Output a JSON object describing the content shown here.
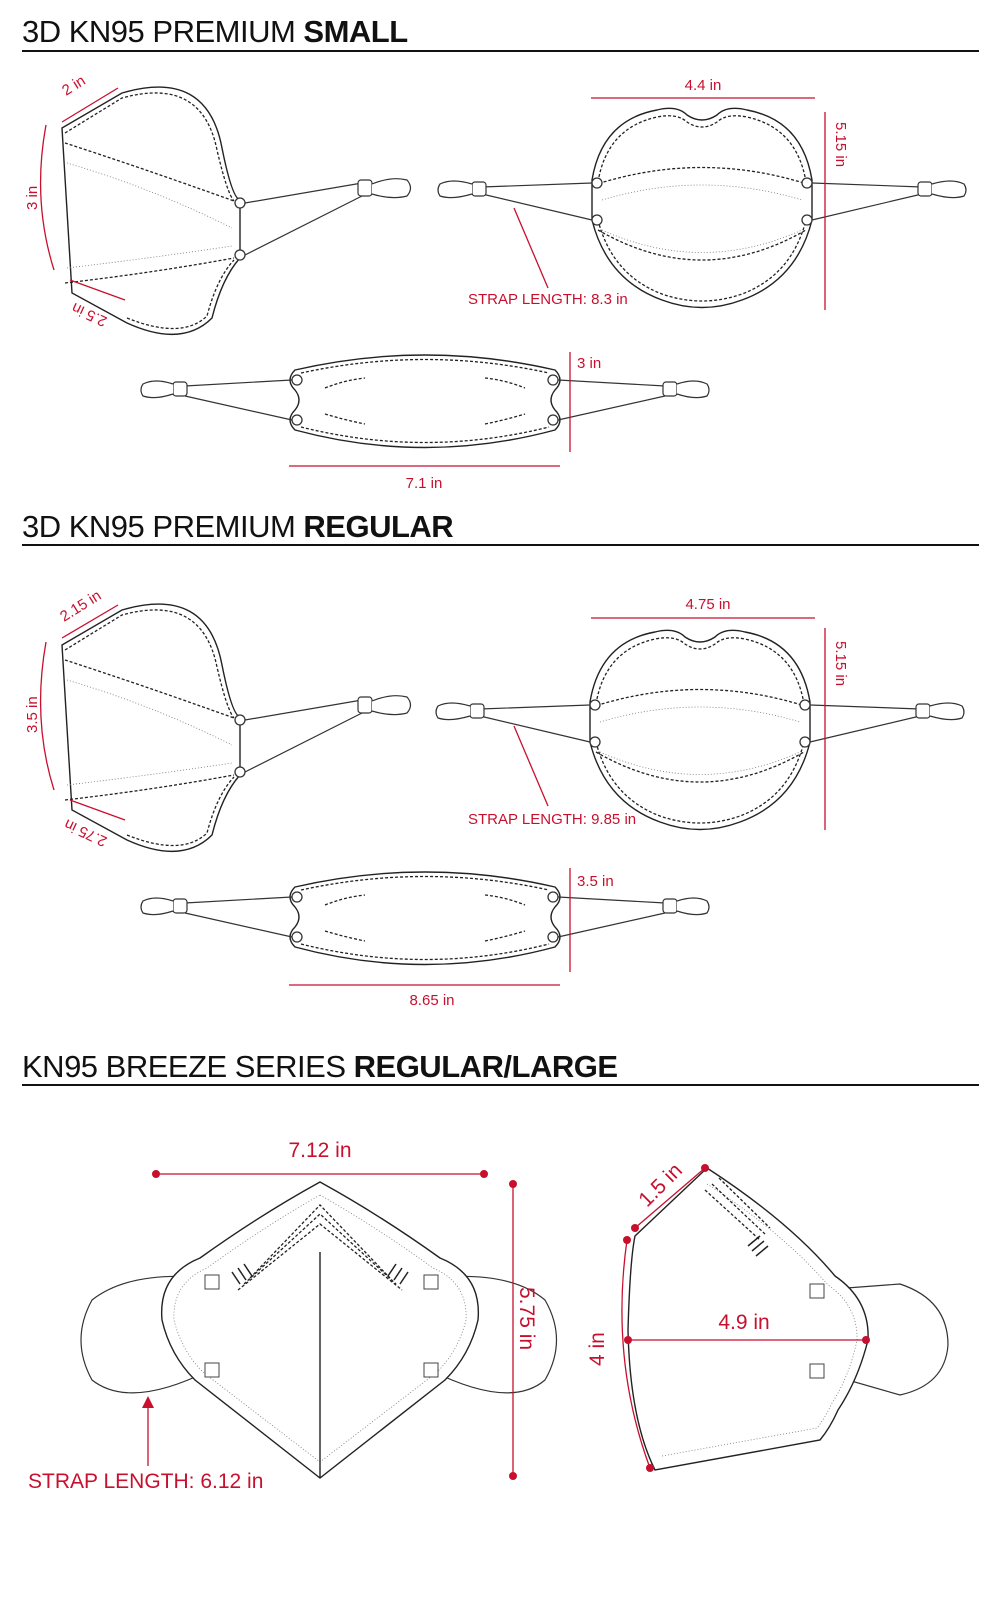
{
  "sections": {
    "small": {
      "title_main": "3D KN95 PREMIUM ",
      "title_bold": "SMALL",
      "labels": {
        "side_top": "2 in",
        "side_height": "3 in",
        "side_bottom": "2.5 in",
        "front_width": "4.4 in",
        "front_height": "5.15 in",
        "strap": "STRAP LENGTH: 8.3 in",
        "flat_height": "3 in",
        "flat_width": "7.1 in"
      }
    },
    "regular": {
      "title_main": "3D KN95 PREMIUM ",
      "title_bold": "REGULAR",
      "labels": {
        "side_top": "2.15 in",
        "side_height": "3.5 in",
        "side_bottom": "2.75 in",
        "front_width": "4.75 in",
        "front_height": "5.15 in",
        "strap": "STRAP LENGTH: 9.85 in",
        "flat_height": "3.5 in",
        "flat_width": "8.65 in"
      }
    },
    "breeze": {
      "title_main": "KN95 BREEZE SERIES ",
      "title_bold": "REGULAR/LARGE",
      "labels": {
        "front_width": "7.12 in",
        "front_height": "5.75 in",
        "strap": "STRAP LENGTH: 6.12 in",
        "side_top": "1.5 in",
        "side_height": "4 in",
        "side_depth": "4.9 in"
      }
    }
  },
  "colors": {
    "accent": "#c8102e",
    "line": "#222222"
  }
}
